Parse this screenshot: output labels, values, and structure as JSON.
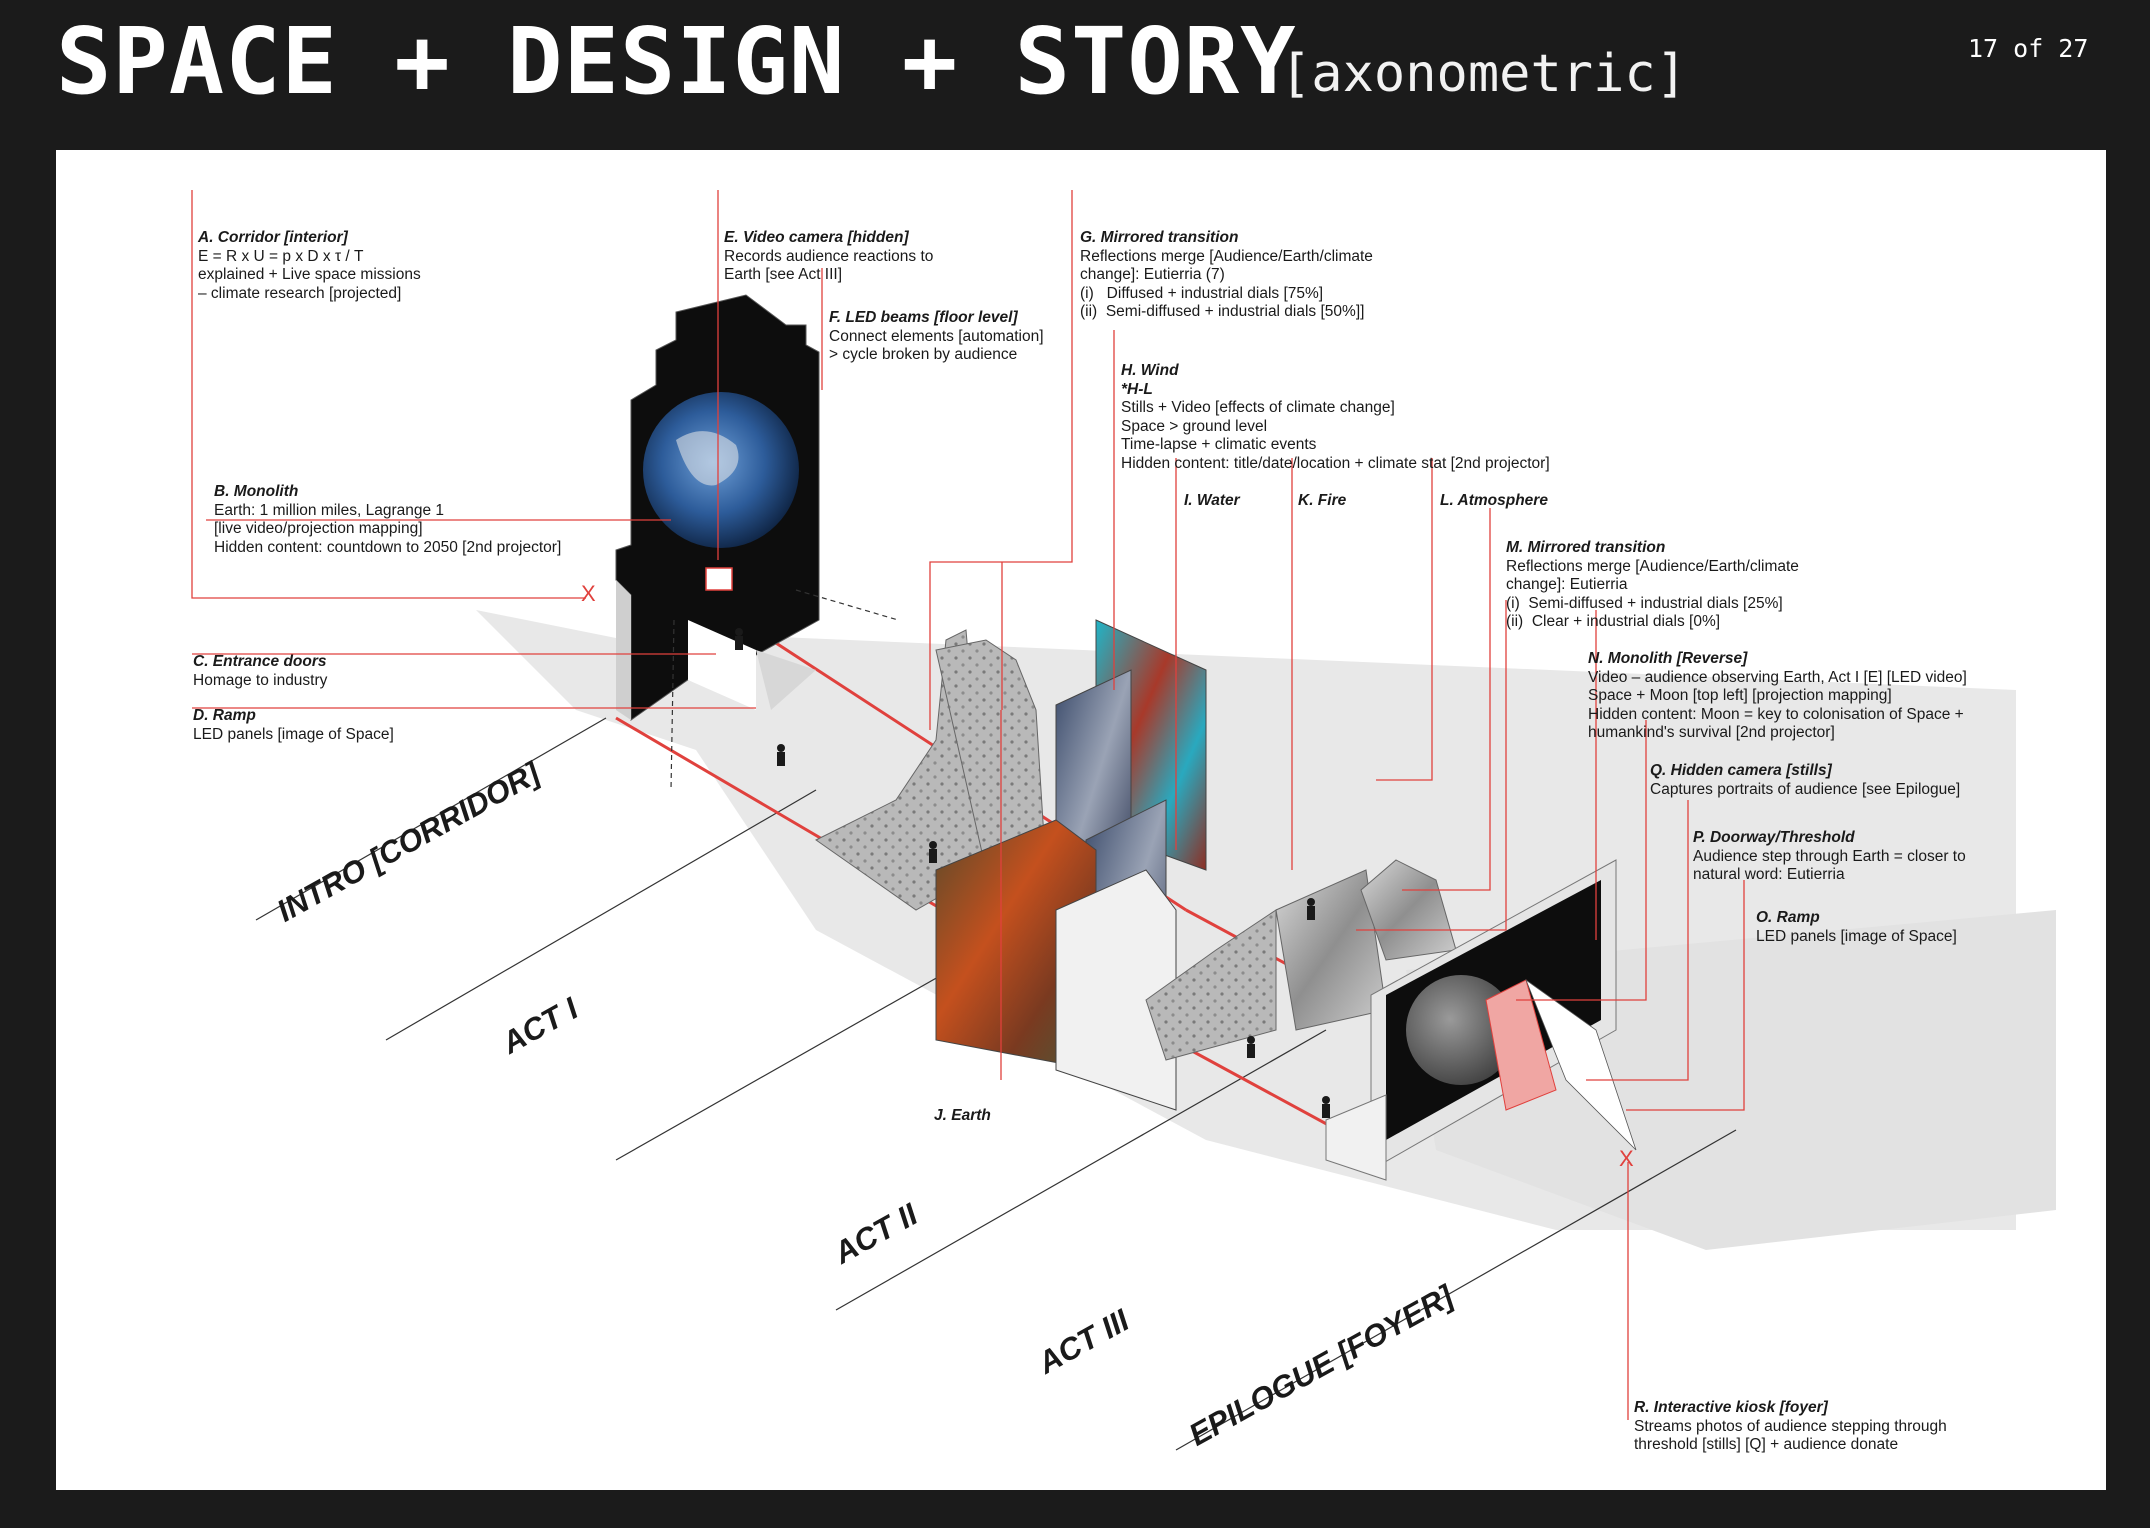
{
  "header": {
    "title": "SPACE + DESIGN + STORY",
    "subtitle": "[axonometric]",
    "page_counter": "17 of 27"
  },
  "zones": {
    "intro": "INTRO [CORRIDOR]",
    "act1": "ACT I",
    "act2": "ACT II",
    "act3": "ACT III",
    "epilogue": "EPILOGUE [FOYER]"
  },
  "labels": {
    "a": {
      "title": "A. Corridor [interior]",
      "body": "E = R x U = p x D x τ / T\nexplained + Live space missions\n– climate research [projected]"
    },
    "b": {
      "title": "B. Monolith",
      "body": "Earth: 1 million miles, Lagrange 1\n[live video/projection mapping]\nHidden content: countdown to 2050 [2nd projector]"
    },
    "c": {
      "title": "C. Entrance doors",
      "body": "Homage to industry"
    },
    "d": {
      "title": "D. Ramp",
      "body": "LED panels [image of Space]"
    },
    "e": {
      "title": "E. Video camera [hidden]",
      "body": "Records audience reactions to\nEarth [see Act III]"
    },
    "f": {
      "title": "F. LED beams [floor level]",
      "body": "Connect elements [automation]\n> cycle broken by audience"
    },
    "g": {
      "title": "G. Mirrored transition",
      "body": "Reflections merge [Audience/Earth/climate\nchange]: Eutierria (7)\n(i)   Diffused + industrial dials [75%]\n(ii)  Semi-diffused + industrial dials [50%]]"
    },
    "h": {
      "title": "H. Wind\n*H-L",
      "body": "Stills + Video [effects of climate change]\nSpace > ground level\nTime-lapse + climatic events\nHidden content: title/date/location + climate stat [2nd projector]"
    },
    "i": {
      "title": "I. Water",
      "body": ""
    },
    "j": {
      "title": "J. Earth",
      "body": ""
    },
    "k": {
      "title": "K. Fire",
      "body": ""
    },
    "l": {
      "title": "L. Atmosphere",
      "body": ""
    },
    "m": {
      "title": "M. Mirrored transition",
      "body": "Reflections merge [Audience/Earth/climate\nchange]: Eutierria\n(i)  Semi-diffused + industrial dials [25%]\n(ii)  Clear + industrial dials [0%]"
    },
    "n": {
      "title": "N. Monolith [Reverse]",
      "body": "Video – audience observing Earth, Act I [E] [LED video]\nSpace + Moon [top left] [projection mapping]\nHidden content: Moon = key to colonisation of Space +\nhumankind's survival [2nd projector]"
    },
    "q": {
      "title": "Q. Hidden camera [stills]",
      "body": "Captures portraits of audience [see Epilogue]"
    },
    "p": {
      "title": "P. Doorway/Threshold",
      "body": "Audience step through Earth = closer to\nnatural word: Eutierria"
    },
    "o": {
      "title": "O. Ramp",
      "body": "LED panels [image of Space]"
    },
    "r": {
      "title": "R. Interactive kiosk [foyer]",
      "body": "Streams photos of audience stepping through\nthreshold [stills] [Q] + audience donate"
    }
  },
  "markers": {
    "x1": "X",
    "x2": "X"
  },
  "colors": {
    "background": "#1b1b1b",
    "panel": "#ffffff",
    "leader": "#e0413d",
    "ink": "#1a1a1a"
  }
}
